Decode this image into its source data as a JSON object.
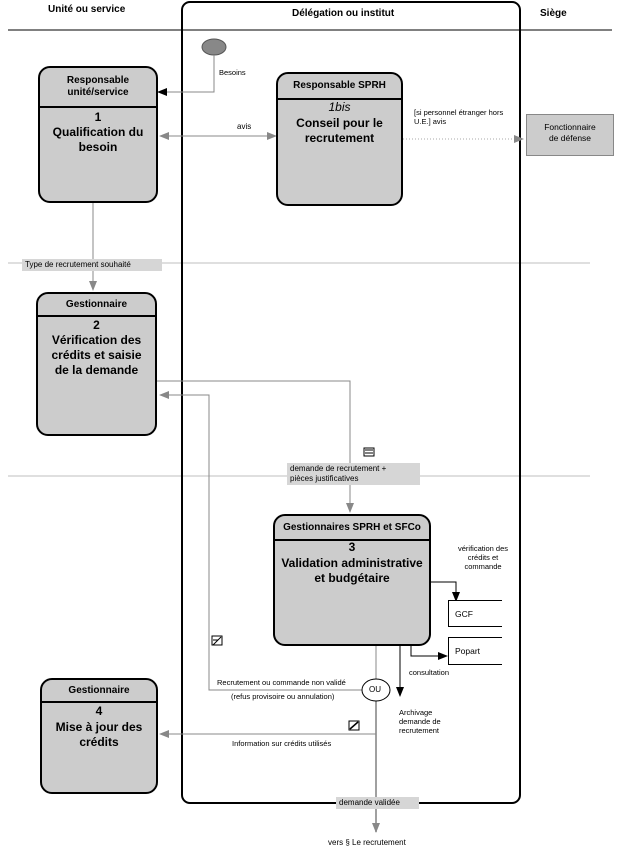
{
  "columns": {
    "left": "Unité ou service",
    "middle": "Délégation ou institut",
    "right": "Siège"
  },
  "boxes": {
    "resp_unite": {
      "head": "Responsable\nunité/service",
      "num": "1",
      "title": "Qualification du\nbesoin"
    },
    "resp_sprh": {
      "head": "Responsable SPRH",
      "num": "1bis",
      "title": "Conseil pour le\nrecrutement"
    },
    "gest2": {
      "head": "Gestionnaire",
      "num": "2",
      "title": "Vérification des\ncrédits et saisie\nde la demande"
    },
    "gest3": {
      "head": "Gestionnaires SPRH et SFCo",
      "num": "3",
      "title": "Validation administrative\net budgétaire"
    },
    "gest4": {
      "head": "Gestionnaire",
      "num": "4",
      "title": "Mise à jour des\ncrédits"
    }
  },
  "defense_box": "Fonctionnaire\nde défense",
  "systems": {
    "gcf": "GCF",
    "popart": "Popart"
  },
  "labels": {
    "besoins": "Besoins",
    "avis": "avis",
    "si_etranger": "[si personnel étranger hors\nU.E.] avis",
    "type_recrutement": "Type de recrutement souhaité",
    "demande_recrutement": "demande de recrutement +\npièces justificatives",
    "verification_credits": "vérification des\ncrédits et\ncommande",
    "consultation": "consultation",
    "non_valide": "Recrutement ou commande non validé",
    "refus": "(refus provisoire ou annulation)",
    "ou": "OU",
    "archivage": "Archivage\ndemande de\nrecrutement",
    "info_credits": "Information sur crédits utilisés",
    "demande_validee": "demande validée",
    "vers_recrutement": "vers § Le recrutement"
  }
}
